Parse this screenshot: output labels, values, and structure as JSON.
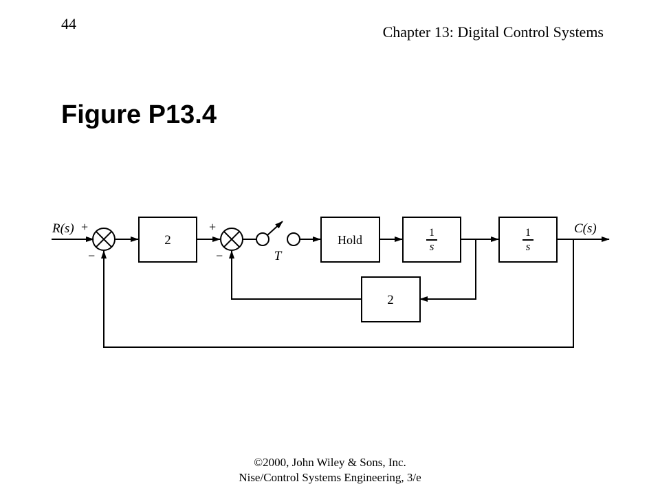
{
  "header": {
    "page_number": "44",
    "chapter": "Chapter 13: Digital Control Systems"
  },
  "figure": {
    "title": "Figure P13.4"
  },
  "diagram": {
    "input_label": "R(s)",
    "output_label": "C(s)",
    "plus_sign": "+",
    "minus_sign": "−",
    "gain_block_label": "2",
    "hold_block_label": "Hold",
    "integrator_numerator": "1",
    "integrator_denominator": "s",
    "feedback_gain_label": "2",
    "sampler_label": "T"
  },
  "footer": {
    "copyright": "©2000, John Wiley & Sons, Inc.",
    "book": "Nise/Control Systems Engineering, 3/e"
  }
}
